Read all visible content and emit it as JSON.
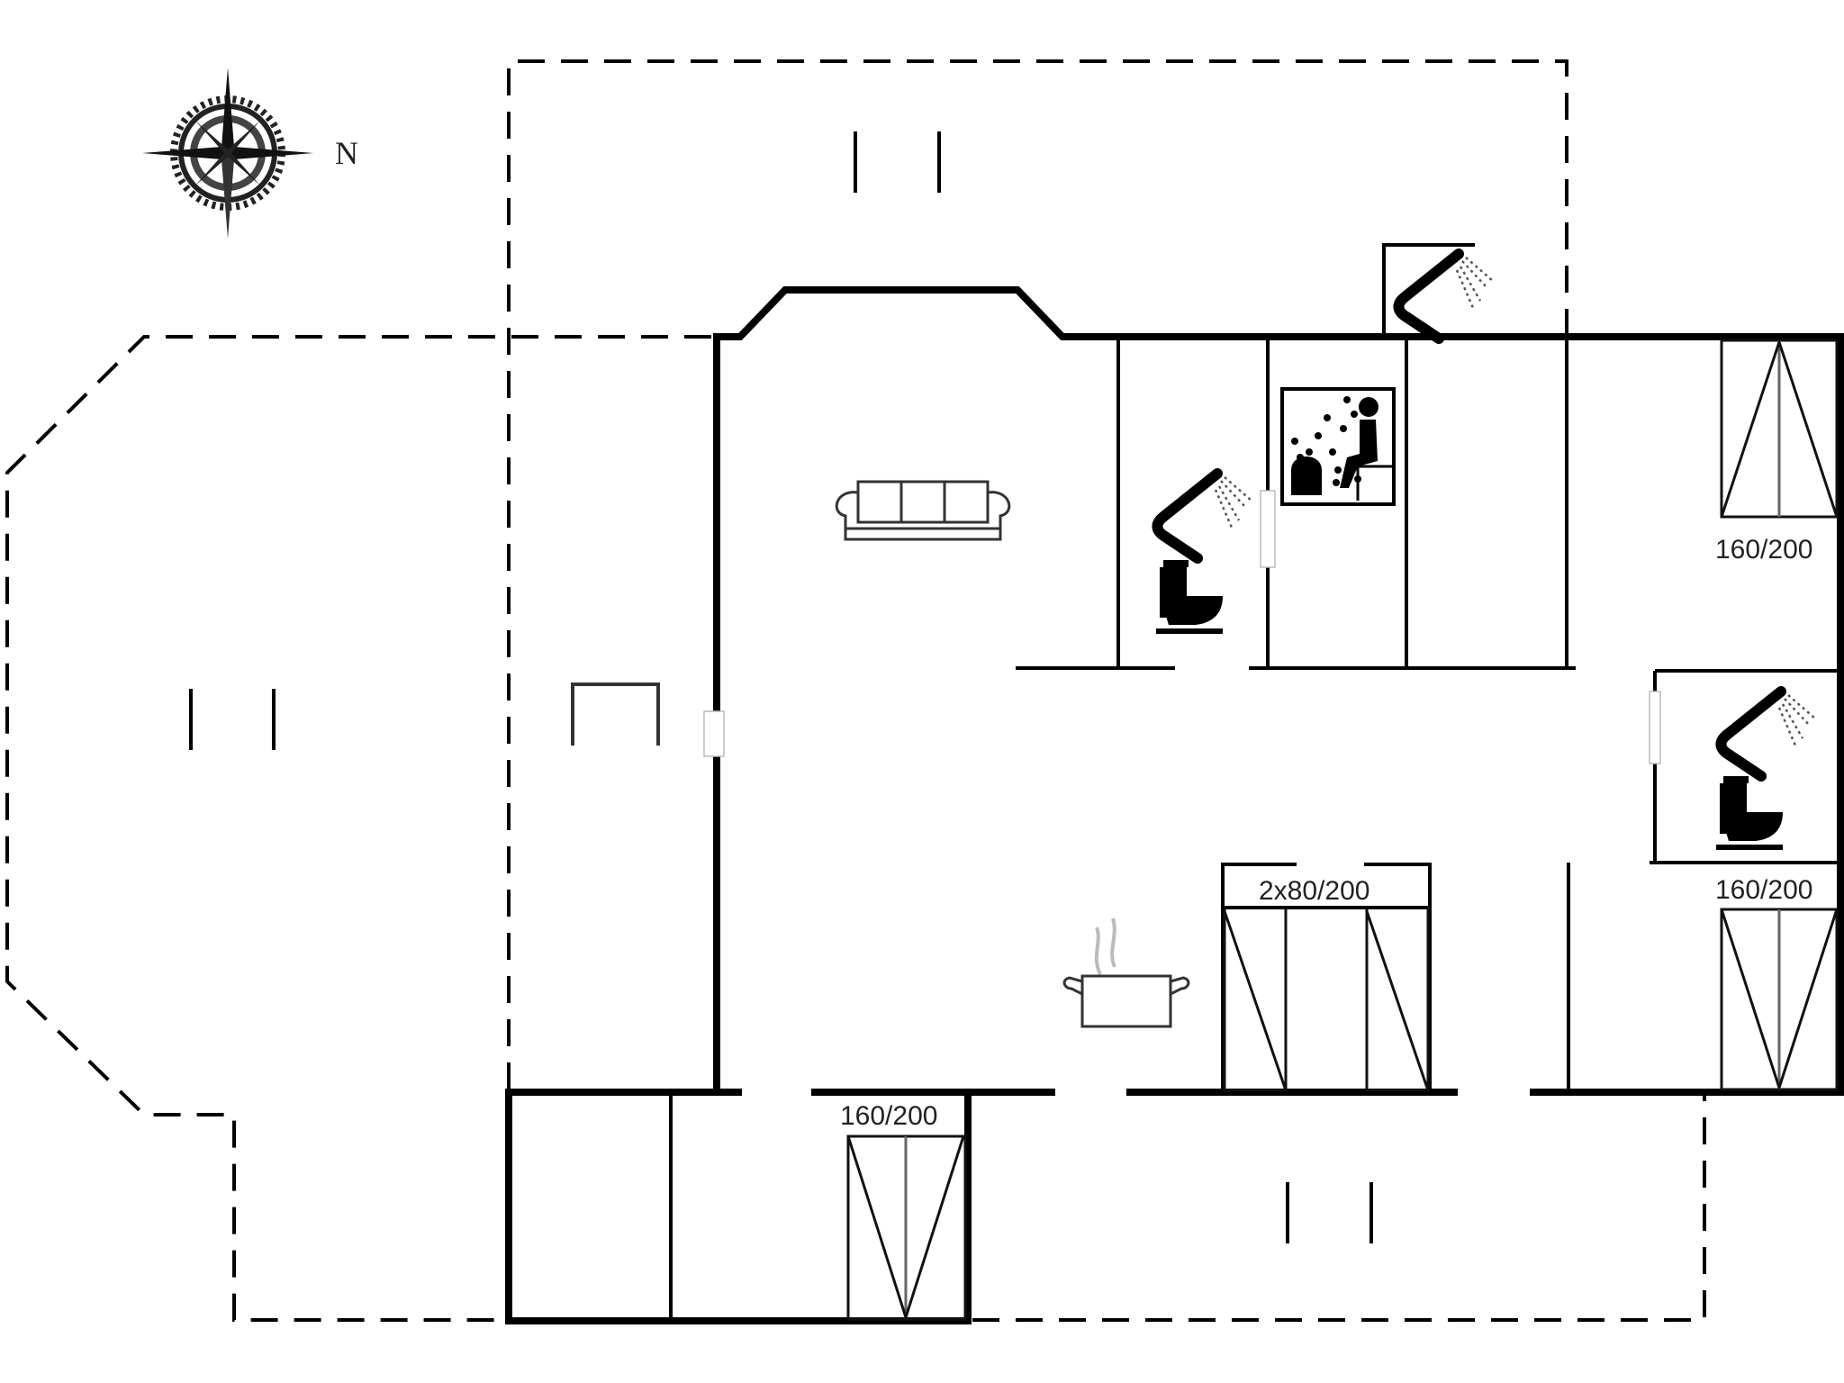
{
  "compass": {
    "label": "N",
    "icon": "compass-rose-icon"
  },
  "beds": [
    {
      "id": "bed-northeast",
      "label": "160/200",
      "type": "double"
    },
    {
      "id": "bed-east",
      "label": "160/200",
      "type": "double"
    },
    {
      "id": "bed-twin",
      "label": "2x80/200",
      "type": "twin"
    },
    {
      "id": "bed-south",
      "label": "160/200",
      "type": "double"
    }
  ],
  "fixtures": [
    {
      "id": "sofa",
      "icon": "sofa-icon"
    },
    {
      "id": "dining-table",
      "icon": "table-icon"
    },
    {
      "id": "kitchen",
      "icon": "cooking-pot-icon"
    },
    {
      "id": "outdoor-shower",
      "icon": "shower-icon"
    },
    {
      "id": "bathroom-1-shower",
      "icon": "shower-icon"
    },
    {
      "id": "bathroom-1-toilet",
      "icon": "toilet-icon"
    },
    {
      "id": "sauna",
      "icon": "sauna-icon"
    },
    {
      "id": "bathroom-2-shower",
      "icon": "shower-icon"
    },
    {
      "id": "bathroom-2-toilet",
      "icon": "toilet-icon"
    }
  ],
  "terraces": [
    {
      "id": "terrace-north",
      "marker": "parallel-lines"
    },
    {
      "id": "terrace-west",
      "marker": "parallel-lines"
    },
    {
      "id": "terrace-south",
      "marker": "parallel-lines"
    }
  ],
  "colors": {
    "wall": "#000000",
    "background": "#ffffff",
    "text": "#222222"
  }
}
